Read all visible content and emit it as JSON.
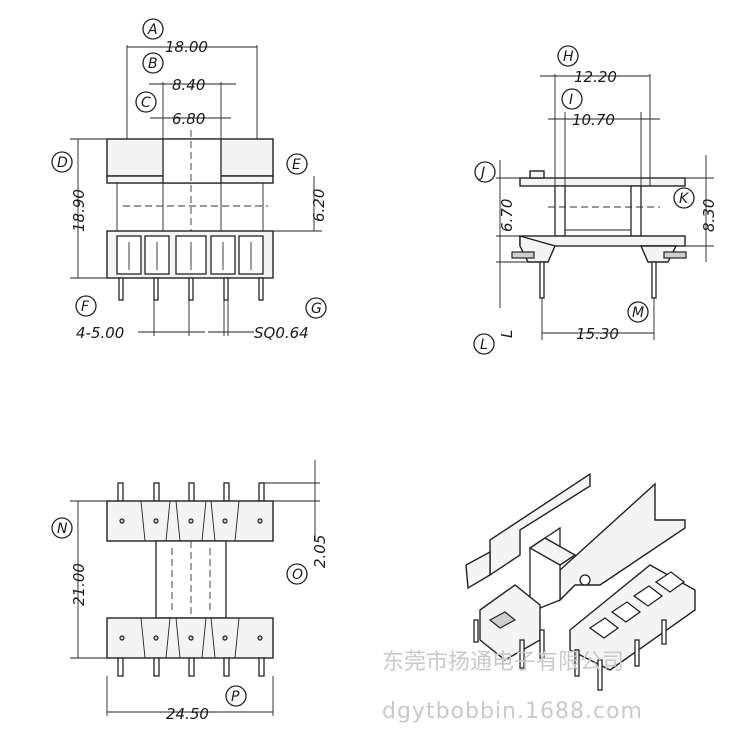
{
  "front_view": {
    "dim_a": "18.00",
    "dim_b": "8.40",
    "dim_c": "6.80",
    "dim_d": "18.90",
    "dim_e": "6.20",
    "dim_f": "4-5.00",
    "dim_g": "SQ0.64"
  },
  "side_view": {
    "dim_h": "12.20",
    "dim_i": "10.70",
    "dim_j": "6.70",
    "dim_k": "8.30",
    "dim_m": "15.30",
    "dim_l": "L"
  },
  "bottom_view": {
    "dim_n": "21.00",
    "dim_o": "2.05",
    "dim_p": "24.50"
  },
  "callouts": [
    "A",
    "B",
    "C",
    "D",
    "E",
    "F",
    "G",
    "H",
    "I",
    "J",
    "K",
    "L",
    "M",
    "N",
    "O",
    "P"
  ],
  "watermark": {
    "line1": "东莞市扬通电子有限公司",
    "line2": "dgytbobbin.1688.com"
  }
}
